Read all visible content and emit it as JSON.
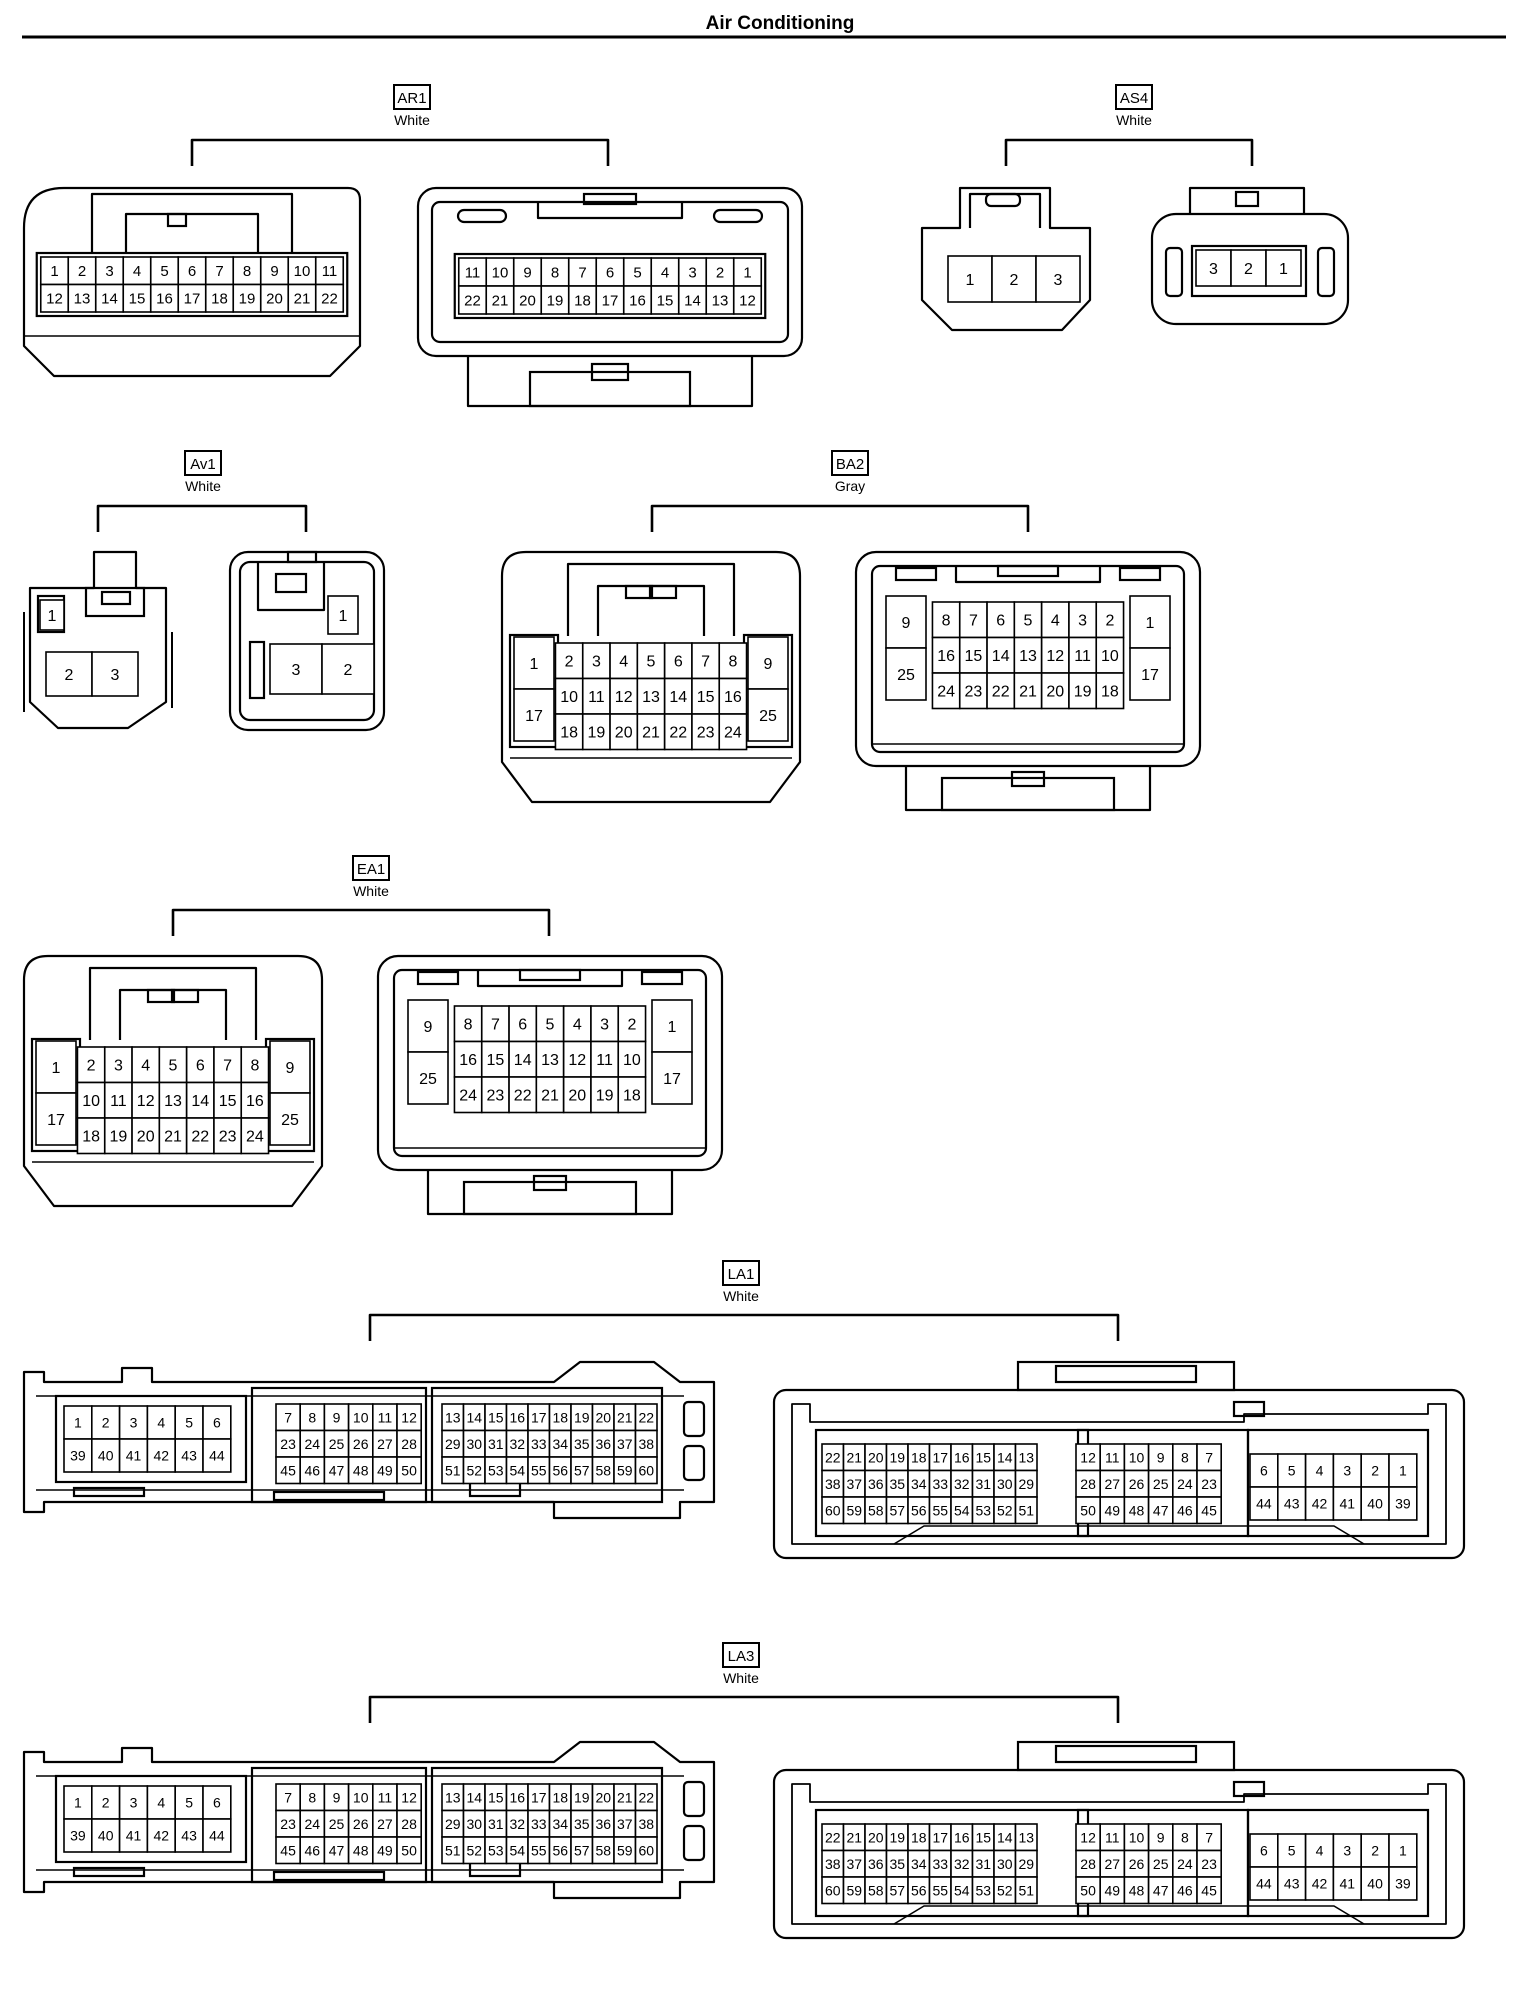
{
  "page": {
    "title": "Air Conditioning"
  },
  "connectors": [
    {
      "id": "AR1",
      "color": "White",
      "left": {
        "style": "male",
        "rows": [
          [
            "1",
            "2",
            "3",
            "4",
            "5",
            "6",
            "7",
            "8",
            "9",
            "10",
            "11"
          ],
          [
            "12",
            "13",
            "14",
            "15",
            "16",
            "17",
            "18",
            "19",
            "20",
            "21",
            "22"
          ]
        ]
      },
      "right": {
        "style": "female",
        "rows": [
          [
            "11",
            "10",
            "9",
            "8",
            "7",
            "6",
            "5",
            "4",
            "3",
            "2",
            "1"
          ],
          [
            "22",
            "21",
            "20",
            "19",
            "18",
            "17",
            "16",
            "15",
            "14",
            "13",
            "12"
          ]
        ]
      }
    },
    {
      "id": "AS4",
      "color": "White",
      "left": {
        "style": "male",
        "rows": [
          [
            "1",
            "2",
            "3"
          ]
        ]
      },
      "right": {
        "style": "female",
        "rows": [
          [
            "3",
            "2",
            "1"
          ]
        ]
      }
    },
    {
      "id": "Av1",
      "color": "White",
      "left": {
        "style": "male",
        "cells": [
          "1",
          "2",
          "3"
        ]
      },
      "right": {
        "style": "female",
        "cells": [
          "1",
          "3",
          "2"
        ]
      }
    },
    {
      "id": "BA2",
      "color": "Gray",
      "left": {
        "style": "male",
        "side_left": [
          "1",
          "17"
        ],
        "rows": [
          [
            "2",
            "3",
            "4",
            "5",
            "6",
            "7",
            "8"
          ],
          [
            "10",
            "11",
            "12",
            "13",
            "14",
            "15",
            "16"
          ],
          [
            "18",
            "19",
            "20",
            "21",
            "22",
            "23",
            "24"
          ]
        ],
        "side_right": [
          "9",
          "25"
        ]
      },
      "right": {
        "style": "female",
        "side_left": [
          "9",
          "25"
        ],
        "rows": [
          [
            "8",
            "7",
            "6",
            "5",
            "4",
            "3",
            "2"
          ],
          [
            "16",
            "15",
            "14",
            "13",
            "12",
            "11",
            "10"
          ],
          [
            "24",
            "23",
            "22",
            "21",
            "20",
            "19",
            "18"
          ]
        ],
        "side_right": [
          "1",
          "17"
        ]
      }
    },
    {
      "id": "EA1",
      "color": "White",
      "left": {
        "style": "male",
        "side_left": [
          "1",
          "17"
        ],
        "rows": [
          [
            "2",
            "3",
            "4",
            "5",
            "6",
            "7",
            "8"
          ],
          [
            "10",
            "11",
            "12",
            "13",
            "14",
            "15",
            "16"
          ],
          [
            "18",
            "19",
            "20",
            "21",
            "22",
            "23",
            "24"
          ]
        ],
        "side_right": [
          "9",
          "25"
        ]
      },
      "right": {
        "style": "female",
        "side_left": [
          "9",
          "25"
        ],
        "rows": [
          [
            "8",
            "7",
            "6",
            "5",
            "4",
            "3",
            "2"
          ],
          [
            "16",
            "15",
            "14",
            "13",
            "12",
            "11",
            "10"
          ],
          [
            "24",
            "23",
            "22",
            "21",
            "20",
            "19",
            "18"
          ]
        ],
        "side_right": [
          "1",
          "17"
        ]
      }
    },
    {
      "id": "LA1",
      "color": "White",
      "left": {
        "style": "male",
        "blocks": [
          [
            [
              "1",
              "2",
              "3",
              "4",
              "5",
              "6"
            ],
            [
              "39",
              "40",
              "41",
              "42",
              "43",
              "44"
            ]
          ],
          [
            [
              "7",
              "8",
              "9",
              "10",
              "11",
              "12"
            ],
            [
              "23",
              "24",
              "25",
              "26",
              "27",
              "28"
            ],
            [
              "45",
              "46",
              "47",
              "48",
              "49",
              "50"
            ]
          ],
          [
            [
              "13",
              "14",
              "15",
              "16",
              "17",
              "18",
              "19",
              "20",
              "21",
              "22"
            ],
            [
              "29",
              "30",
              "31",
              "32",
              "33",
              "34",
              "35",
              "36",
              "37",
              "38"
            ],
            [
              "51",
              "52",
              "53",
              "54",
              "55",
              "56",
              "57",
              "58",
              "59",
              "60"
            ]
          ]
        ]
      },
      "right": {
        "style": "female",
        "blocks": [
          [
            [
              "22",
              "21",
              "20",
              "19",
              "18",
              "17",
              "16",
              "15",
              "14",
              "13"
            ],
            [
              "38",
              "37",
              "36",
              "35",
              "34",
              "33",
              "32",
              "31",
              "30",
              "29"
            ],
            [
              "60",
              "59",
              "58",
              "57",
              "56",
              "55",
              "54",
              "53",
              "52",
              "51"
            ]
          ],
          [
            [
              "12",
              "11",
              "10",
              "9",
              "8",
              "7"
            ],
            [
              "28",
              "27",
              "26",
              "25",
              "24",
              "23"
            ],
            [
              "50",
              "49",
              "48",
              "47",
              "46",
              "45"
            ]
          ],
          [
            [
              "6",
              "5",
              "4",
              "3",
              "2",
              "1"
            ],
            [
              "44",
              "43",
              "42",
              "41",
              "40",
              "39"
            ]
          ]
        ]
      }
    },
    {
      "id": "LA3",
      "color": "White",
      "left": {
        "style": "male",
        "blocks": [
          [
            [
              "1",
              "2",
              "3",
              "4",
              "5",
              "6"
            ],
            [
              "39",
              "40",
              "41",
              "42",
              "43",
              "44"
            ]
          ],
          [
            [
              "7",
              "8",
              "9",
              "10",
              "11",
              "12"
            ],
            [
              "23",
              "24",
              "25",
              "26",
              "27",
              "28"
            ],
            [
              "45",
              "46",
              "47",
              "48",
              "49",
              "50"
            ]
          ],
          [
            [
              "13",
              "14",
              "15",
              "16",
              "17",
              "18",
              "19",
              "20",
              "21",
              "22"
            ],
            [
              "29",
              "30",
              "31",
              "32",
              "33",
              "34",
              "35",
              "36",
              "37",
              "38"
            ],
            [
              "51",
              "52",
              "53",
              "54",
              "55",
              "56",
              "57",
              "58",
              "59",
              "60"
            ]
          ]
        ]
      },
      "right": {
        "style": "female",
        "blocks": [
          [
            [
              "22",
              "21",
              "20",
              "19",
              "18",
              "17",
              "16",
              "15",
              "14",
              "13"
            ],
            [
              "38",
              "37",
              "36",
              "35",
              "34",
              "33",
              "32",
              "31",
              "30",
              "29"
            ],
            [
              "60",
              "59",
              "58",
              "57",
              "56",
              "55",
              "54",
              "53",
              "52",
              "51"
            ]
          ],
          [
            [
              "12",
              "11",
              "10",
              "9",
              "8",
              "7"
            ],
            [
              "28",
              "27",
              "26",
              "25",
              "24",
              "23"
            ],
            [
              "50",
              "49",
              "48",
              "47",
              "46",
              "45"
            ]
          ],
          [
            [
              "6",
              "5",
              "4",
              "3",
              "2",
              "1"
            ],
            [
              "44",
              "43",
              "42",
              "41",
              "40",
              "39"
            ]
          ]
        ]
      }
    }
  ]
}
